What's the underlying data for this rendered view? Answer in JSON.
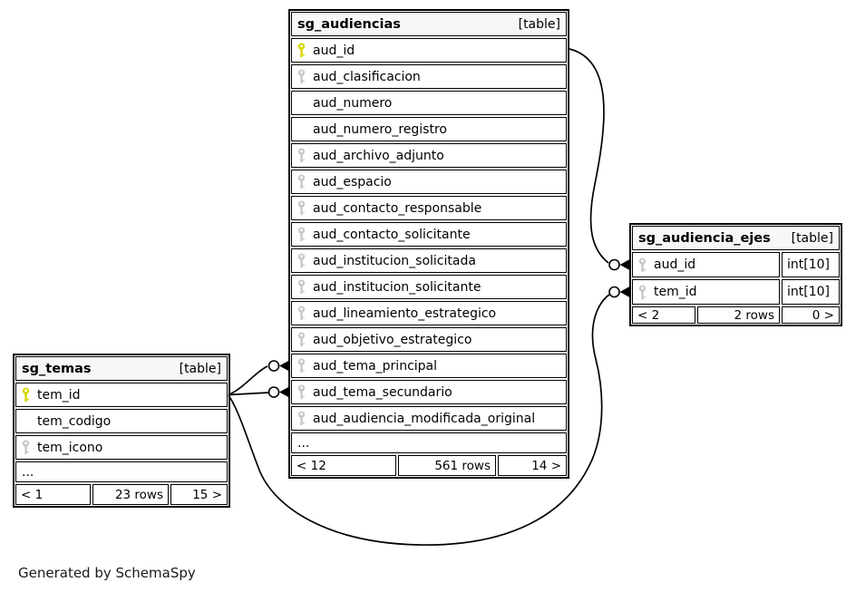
{
  "diagram": {
    "generator_note": "Generated by SchemaSpy"
  },
  "colors": {
    "primary_key": "#d6d600",
    "secondary_key": "#c8c8c8",
    "header_bg": "#f7f7f7",
    "line": "#000000"
  },
  "tables": [
    {
      "id": "sg_audiencias",
      "name": "sg_audiencias",
      "badge": "[table]",
      "columns": [
        {
          "name": "aud_id",
          "icon": "key-yellow",
          "type": null
        },
        {
          "name": "aud_clasificacion",
          "icon": "key-gray",
          "type": null
        },
        {
          "name": "aud_numero",
          "icon": null,
          "type": null
        },
        {
          "name": "aud_numero_registro",
          "icon": null,
          "type": null
        },
        {
          "name": "aud_archivo_adjunto",
          "icon": "key-gray",
          "type": null
        },
        {
          "name": "aud_espacio",
          "icon": "key-gray",
          "type": null
        },
        {
          "name": "aud_contacto_responsable",
          "icon": "key-gray",
          "type": null
        },
        {
          "name": "aud_contacto_solicitante",
          "icon": "key-gray",
          "type": null
        },
        {
          "name": "aud_institucion_solicitada",
          "icon": "key-gray",
          "type": null
        },
        {
          "name": "aud_institucion_solicitante",
          "icon": "key-gray",
          "type": null
        },
        {
          "name": "aud_lineamiento_estrategico",
          "icon": "key-gray",
          "type": null
        },
        {
          "name": "aud_objetivo_estrategico",
          "icon": "key-gray",
          "type": null
        },
        {
          "name": "aud_tema_principal",
          "icon": "key-gray",
          "type": null
        },
        {
          "name": "aud_tema_secundario",
          "icon": "key-gray",
          "type": null
        },
        {
          "name": "aud_audiencia_modificada_original",
          "icon": "key-gray",
          "type": null
        }
      ],
      "ellipsis": "...",
      "pager": {
        "prev": "< 12",
        "rows": "561 rows",
        "next": "14 >"
      }
    },
    {
      "id": "sg_audiencia_ejes",
      "name": "sg_audiencia_ejes",
      "badge": "[table]",
      "columns": [
        {
          "name": "aud_id",
          "icon": "key-gray",
          "type": "int[10]"
        },
        {
          "name": "tem_id",
          "icon": "key-gray",
          "type": "int[10]"
        }
      ],
      "ellipsis": null,
      "pager": {
        "prev": "< 2",
        "rows": "2 rows",
        "next": "0 >"
      }
    },
    {
      "id": "sg_temas",
      "name": "sg_temas",
      "badge": "[table]",
      "columns": [
        {
          "name": "tem_id",
          "icon": "key-yellow",
          "type": null
        },
        {
          "name": "tem_codigo",
          "icon": null,
          "type": null
        },
        {
          "name": "tem_icono",
          "icon": "key-gray",
          "type": null
        }
      ],
      "ellipsis": "...",
      "pager": {
        "prev": "< 1",
        "rows": "23 rows",
        "next": "15 >"
      }
    }
  ],
  "relationships": [
    {
      "from": "sg_audiencias.aud_id",
      "to": "sg_audiencia_ejes.aud_id"
    },
    {
      "from": "sg_temas.tem_id",
      "to": "sg_audiencias.aud_tema_principal"
    },
    {
      "from": "sg_temas.tem_id",
      "to": "sg_audiencias.aud_tema_secundario"
    },
    {
      "from": "sg_temas.tem_id",
      "to": "sg_audiencia_ejes.tem_id"
    }
  ]
}
